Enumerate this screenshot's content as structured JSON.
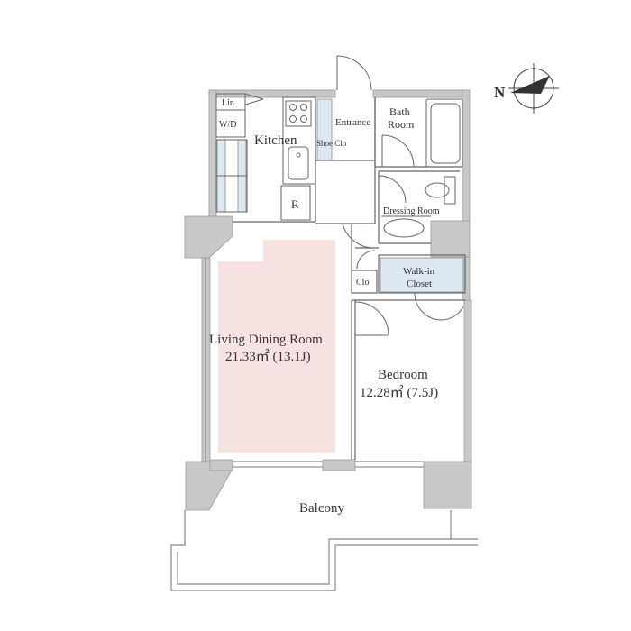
{
  "rooms": {
    "living": {
      "name": "Living Dining Room",
      "area": "21.33㎡  (13.1J)"
    },
    "bedroom": {
      "name": "Bedroom",
      "area": "12.28㎡  (7.5J)"
    },
    "kitchen": "Kitchen",
    "bath_line1": "Bath",
    "bath_line2": "Room",
    "entrance": "Entrance",
    "shoe_clo": "Shoe Clo",
    "dressing": "Dressing Room",
    "walkin_line1": "Walk-in",
    "walkin_line2": "Closet",
    "clo": "Clo",
    "lin": "Lin",
    "wd": "W/D",
    "fridge": "R",
    "balcony": "Balcony"
  },
  "compass": {
    "label": "N"
  },
  "colors": {
    "wall": "#c8c8c8",
    "wall_stroke": "#9a9a9a",
    "living_fill": "#f7e2e2",
    "closet_fill": "#dde8f2",
    "line": "#666666"
  }
}
